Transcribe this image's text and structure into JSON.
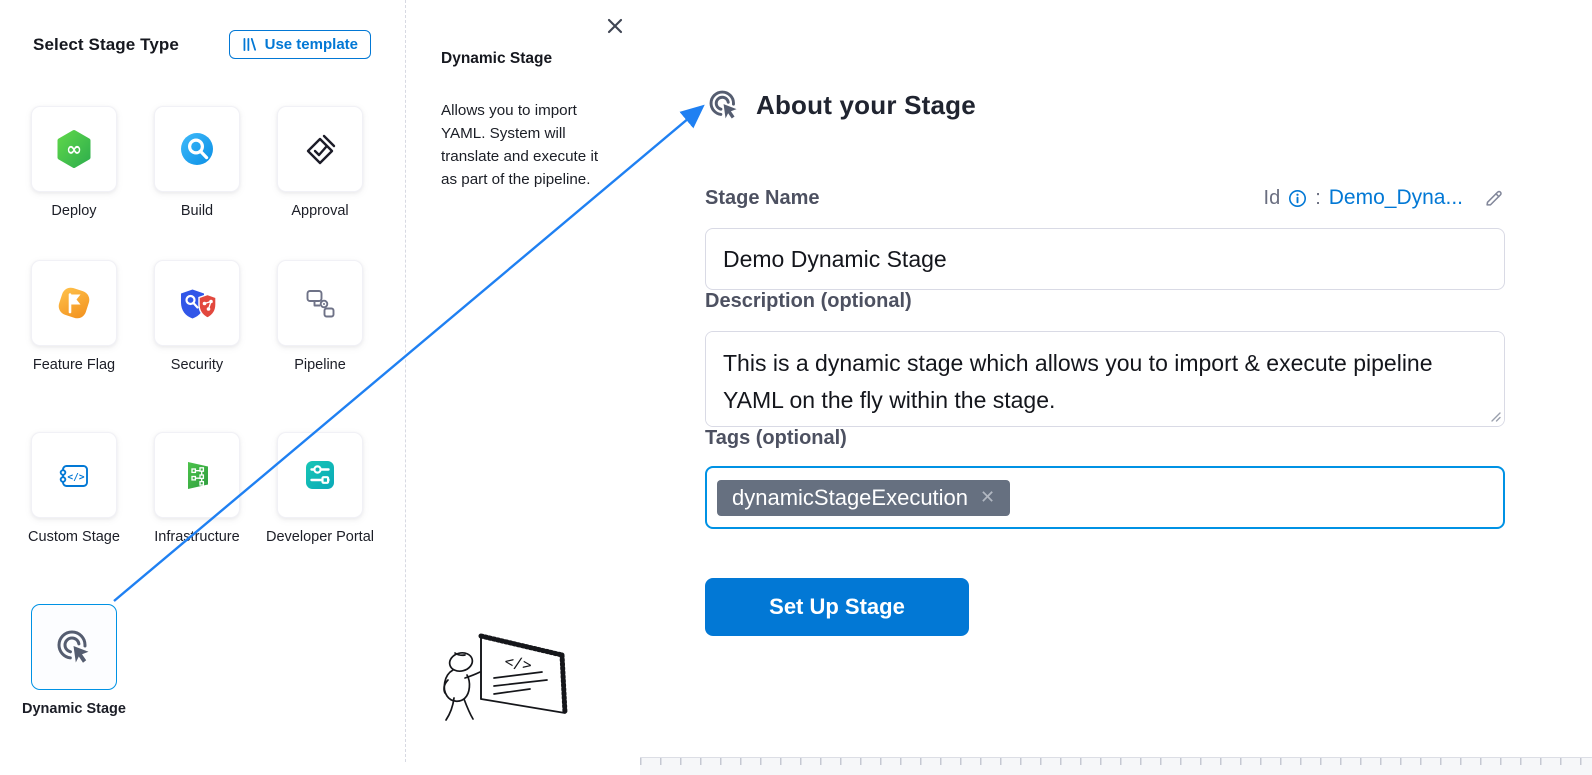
{
  "colors": {
    "primary_blue": "#0278D5",
    "focus_blue": "#0092E4",
    "arrow_blue": "#1f80f2",
    "label_gray": "#4d5161",
    "tag_chip_bg": "#667080"
  },
  "left_panel": {
    "title": "Select Stage Type",
    "use_template": "Use template",
    "stages": [
      {
        "label": "Deploy"
      },
      {
        "label": "Build"
      },
      {
        "label": "Approval"
      },
      {
        "label": "Feature Flag"
      },
      {
        "label": "Security"
      },
      {
        "label": "Pipeline"
      },
      {
        "label": "Custom Stage"
      },
      {
        "label": "Infrastructure"
      },
      {
        "label": "Developer Portal"
      },
      {
        "label": "Dynamic Stage",
        "selected": true
      }
    ]
  },
  "info_panel": {
    "title": "Dynamic Stage",
    "description": "Allows you to import YAML. System will translate and execute it as part of the pipeline."
  },
  "about_panel": {
    "title": "About your Stage",
    "stage_name_label": "Stage Name",
    "id_label": "Id",
    "id_colon": ":",
    "id_value": "Demo_Dyna...",
    "stage_name_value": "Demo Dynamic Stage",
    "description_label": "Description (optional)",
    "description_value": "This is a dynamic stage which allows you to import & execute pipeline YAML on the fly within the stage.",
    "tags_label": "Tags (optional)",
    "tags": [
      {
        "label": "dynamicStageExecution"
      }
    ],
    "remove_tag_glyph": "✕",
    "submit_label": "Set Up Stage"
  }
}
